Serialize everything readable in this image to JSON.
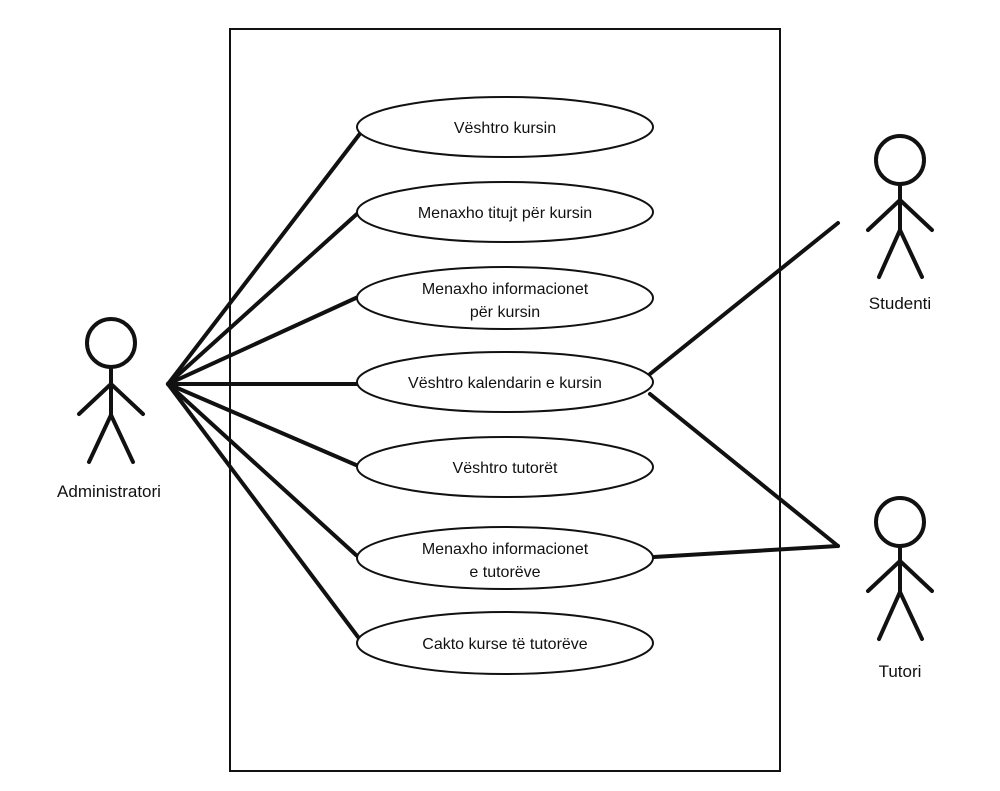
{
  "actors": {
    "admin": {
      "label": "Administratori"
    },
    "student": {
      "label": "Studenti"
    },
    "tutor": {
      "label": "Tutori"
    }
  },
  "use_cases": [
    {
      "line1": "Vështro kursin",
      "line2": ""
    },
    {
      "line1": "Menaxho titujt për kursin",
      "line2": ""
    },
    {
      "line1": "Menaxho informacionet",
      "line2": "për kursin"
    },
    {
      "line1": "Vështro kalendarin e kursin",
      "line2": ""
    },
    {
      "line1": "Vështro tutorët",
      "line2": ""
    },
    {
      "line1": "Menaxho informacionet",
      "line2": "e tutorëve"
    },
    {
      "line1": "Cakto kurse të tutorëve",
      "line2": ""
    }
  ],
  "colors": {
    "stroke": "#111111",
    "background": "#ffffff"
  }
}
